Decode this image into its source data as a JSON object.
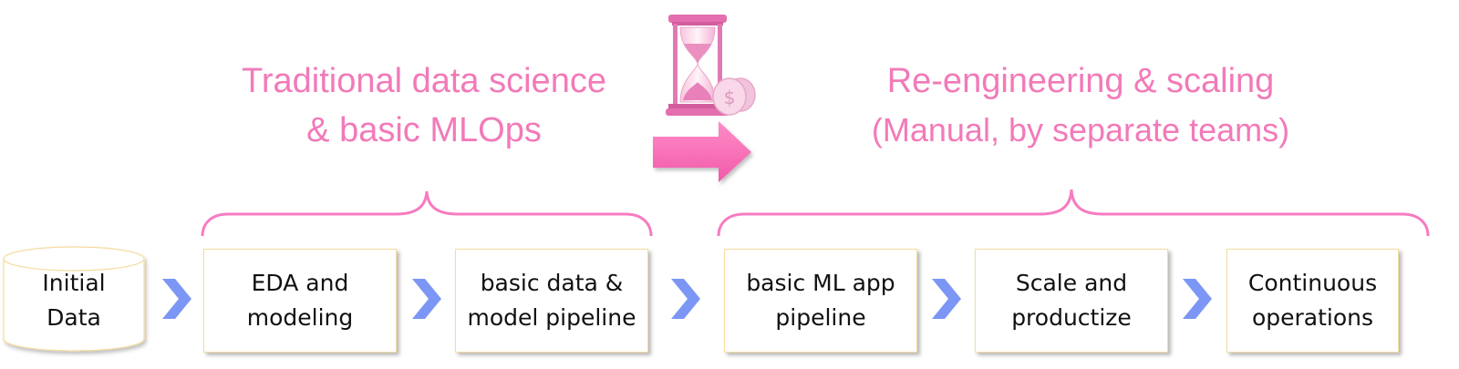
{
  "headings": {
    "left": {
      "line1": "Traditional data science",
      "line2": "& basic MLOps"
    },
    "right": {
      "line1": "Re-engineering & scaling",
      "line2": "(Manual, by separate teams)"
    }
  },
  "icons": {
    "transition": "hourglass-with-coins-icon",
    "arrow": "right-arrow-icon",
    "step_separator": "chevron-right-icon"
  },
  "colors": {
    "accent_pink": "#f27ab9",
    "chevron_blue": "#7b96f5",
    "box_border": "#f5dca0"
  },
  "flow": {
    "source": {
      "line1": "Initial",
      "line2": "Data"
    },
    "steps": [
      {
        "line1": "EDA and",
        "line2": "modeling"
      },
      {
        "line1": "basic data &",
        "line2": "model pipeline"
      },
      {
        "line1": "basic ML app",
        "line2": "pipeline"
      },
      {
        "line1": "Scale and",
        "line2": "productize"
      },
      {
        "line1": "Continuous",
        "line2": "operations"
      }
    ]
  }
}
